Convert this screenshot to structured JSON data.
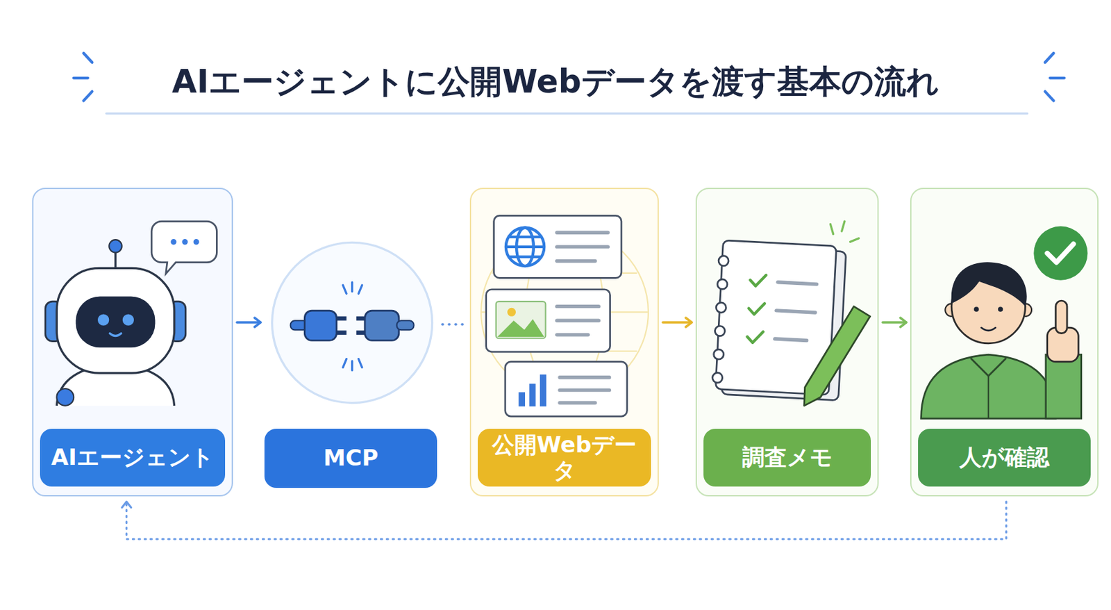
{
  "diagram": {
    "title": "AIエージェントに公開Webデータを渡す基本の流れ",
    "nodes": [
      {
        "text": [
          "AIエージェント"
        ]
      },
      {
        "text": [
          "MCP"
        ]
      },
      {
        "text": [
          "公開Webデータ"
        ]
      },
      {
        "text": [
          "調査メモ"
        ]
      },
      {
        "text": [
          "人が確認"
        ]
      }
    ],
    "edges": [
      {
        "from": 0,
        "to": 1,
        "arrow": "to"
      },
      {
        "from": 1,
        "to": 2,
        "arrow": "none"
      },
      {
        "from": 2,
        "to": 3,
        "arrow": "to"
      },
      {
        "from": 3,
        "to": 4,
        "arrow": "to"
      },
      {
        "from": 4,
        "to": 0,
        "arrow": "to"
      }
    ]
  }
}
